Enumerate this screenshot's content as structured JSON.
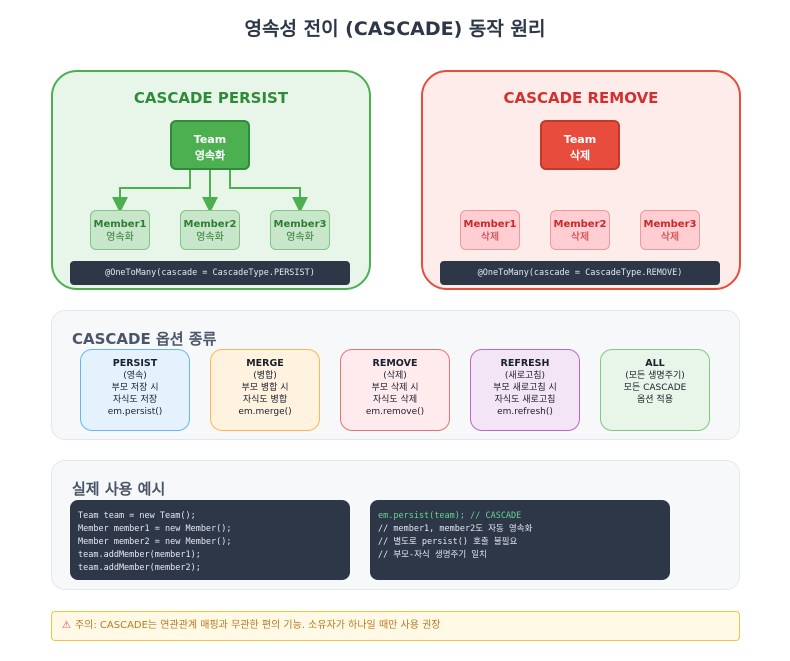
{
  "title": "영속성 전이 (CASCADE) 동작 원리",
  "persist": {
    "heading": "CASCADE PERSIST",
    "root": [
      "Team",
      "영속화"
    ],
    "children": [
      {
        "name": "Member1",
        "state": "영속화"
      },
      {
        "name": "Member2",
        "state": "영속화"
      },
      {
        "name": "Member3",
        "state": "영속화"
      }
    ],
    "code": "@OneToMany(cascade = CascadeType.PERSIST)"
  },
  "remove": {
    "heading": "CASCADE REMOVE",
    "root": [
      "Team",
      "삭제"
    ],
    "children": [
      {
        "name": "Member1",
        "state": "삭제"
      },
      {
        "name": "Member2",
        "state": "삭제"
      },
      {
        "name": "Member3",
        "state": "삭제"
      }
    ],
    "code": "@OneToMany(cascade = CascadeType.REMOVE)"
  },
  "options": {
    "heading": "CASCADE 옵션 종류",
    "items": [
      {
        "name": "PERSIST",
        "lines": [
          "(영속)",
          "부모 저장 시",
          "자식도 저장",
          "em.persist()"
        ]
      },
      {
        "name": "MERGE",
        "lines": [
          "(병합)",
          "부모 병합 시",
          "자식도 병합",
          "em.merge()"
        ]
      },
      {
        "name": "REMOVE",
        "lines": [
          "(삭제)",
          "부모 삭제 시",
          "자식도 삭제",
          "em.remove()"
        ]
      },
      {
        "name": "REFRESH",
        "lines": [
          "(새로고침)",
          "부모 새로고침 시",
          "자식도 새로고침",
          "em.refresh()"
        ]
      },
      {
        "name": "ALL",
        "lines": [
          "(모든 생명주기)",
          "모든 CASCADE",
          "옵션 적용"
        ]
      }
    ]
  },
  "example": {
    "heading": "실제 사용 예시",
    "code_left": [
      "Team team = new Team();",
      "Member member1 = new Member();",
      "Member member2 = new Member();",
      "team.addMember(member1);",
      "team.addMember(member2);"
    ],
    "code_right_first": "em.persist(team); // CASCADE",
    "code_right": [
      "// member1, member2도 자동 영속화",
      "// 별도로 persist() 호출 불필요",
      "// 부모-자식 생명주기 일치"
    ]
  },
  "warning": {
    "icon": "warning-icon",
    "text": "주의: CASCADE는 연관관계 매핑과 무관한 편의 기능. 소유자가 하나일 때만 사용 권장"
  },
  "colors": {
    "green": "#4caf50",
    "red": "#e74c3c",
    "dark": "#2d3748"
  }
}
